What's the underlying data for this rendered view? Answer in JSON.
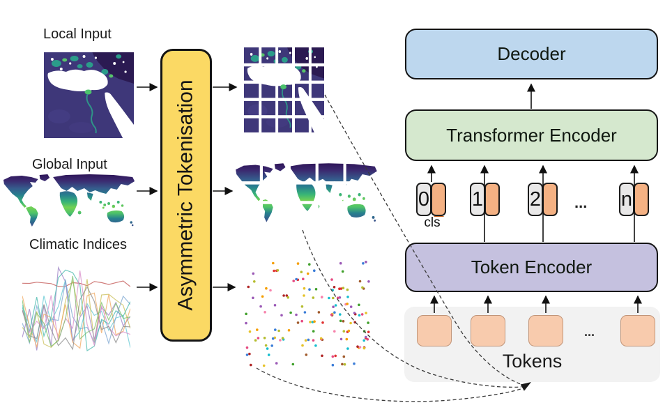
{
  "diagram": {
    "inputs": [
      {
        "label": "Local Input"
      },
      {
        "label": "Global Input"
      },
      {
        "label": "Climatic Indices"
      }
    ],
    "tokeniser": {
      "label": "Asymmetric Tokenisation"
    },
    "decoder": {
      "label": "Decoder"
    },
    "transformer_encoder": {
      "label": "Transformer Encoder"
    },
    "token_encoder": {
      "label": "Token Encoder"
    },
    "tokens_panel": {
      "label": "Tokens",
      "ellipsis": "..."
    },
    "position_row": {
      "ellipsis": "...",
      "tokens": [
        {
          "id": "0",
          "caption": "cls",
          "slot": "_"
        },
        {
          "id": "1"
        },
        {
          "id": "2"
        },
        {
          "id": "n"
        }
      ]
    }
  },
  "colors": {
    "tokeniser_fill": "#FBD964",
    "decoder_fill": "#BDD7EE",
    "transformer_encoder_fill": "#D5E8CE",
    "token_encoder_fill": "#C5C1DF",
    "tokens_panel_fill": "#F2F2F2",
    "token_square_fill": "#F8CBAD",
    "pair_orange_fill": "#F4B183",
    "pair_gray_fill": "#E9E8E8",
    "cls_slot_color": "#C55A11",
    "arrow_color": "#111111",
    "dashed_arrow_color": "#3a3a3a",
    "viridis_palette": [
      "#2c1254",
      "#3b2a70",
      "#365c8d",
      "#27808e",
      "#38b477",
      "#74d154"
    ]
  },
  "figures": {
    "scatter": {
      "count": 180,
      "dot_colors": [
        "#e03131",
        "#f59f00",
        "#e6c229",
        "#40a02b",
        "#17becf",
        "#3b7dd8",
        "#9b59b6",
        "#e64980",
        "#a05a2c",
        "#b5bd2f",
        "#f783ac",
        "#b02525"
      ]
    },
    "climatic_lines": {
      "points_per_line": 16,
      "colors": [
        "#c0504d",
        "#62c8d3",
        "#c9bf58",
        "#9b7fc4",
        "#f0a860",
        "#7ba6d0",
        "#45b8ac",
        "#d88ec9",
        "#8a8a8a",
        "#7cbf6b"
      ]
    }
  }
}
